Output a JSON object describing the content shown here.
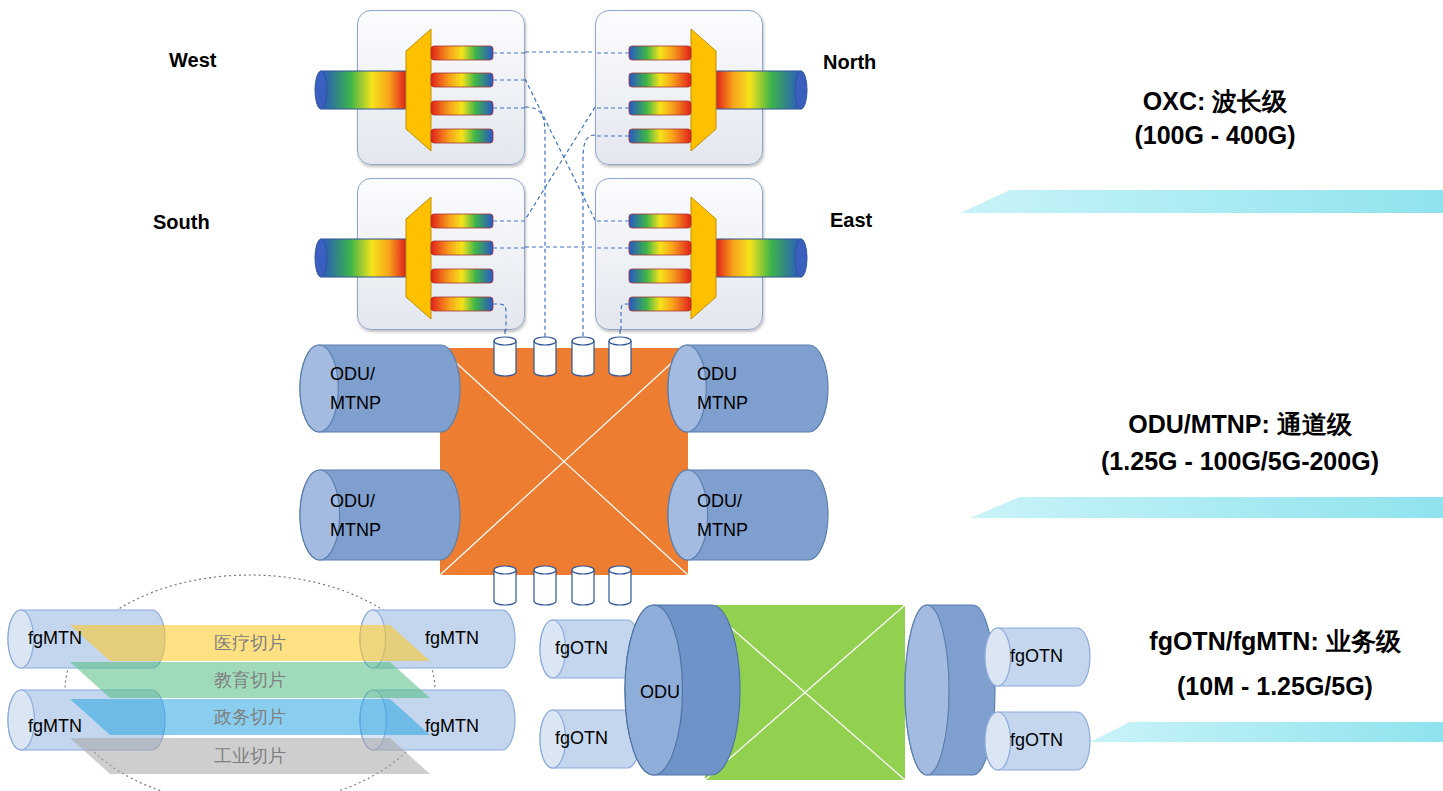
{
  "diagram": {
    "nodes": [
      {
        "text": [
          "West"
        ]
      },
      {
        "text": [
          "North"
        ]
      },
      {
        "text": [
          "South"
        ]
      },
      {
        "text": [
          "East"
        ]
      },
      {
        "text": [
          "ODU/ MTNP"
        ]
      },
      {
        "text": [
          "ODU MTNP"
        ]
      },
      {
        "text": [
          "ODU/ MTNP"
        ]
      },
      {
        "text": [
          "ODU/ MTNP"
        ]
      },
      {
        "text": [
          "fgMTN"
        ]
      },
      {
        "text": [
          "fgMTN"
        ]
      },
      {
        "text": [
          "fgMTN"
        ]
      },
      {
        "text": [
          "fgMTN"
        ]
      },
      {
        "text": [
          "医疗切片"
        ]
      },
      {
        "text": [
          "教育切片"
        ]
      },
      {
        "text": [
          "政务切片"
        ]
      },
      {
        "text": [
          "工业切片"
        ]
      },
      {
        "text": [
          "fgOTN"
        ]
      },
      {
        "text": [
          "fgOTN"
        ]
      },
      {
        "text": [
          "ODU"
        ]
      },
      {
        "text": [
          "fgOTN"
        ]
      },
      {
        "text": [
          "fgOTN"
        ]
      }
    ],
    "edges": [
      {
        "from": 0,
        "to": 1,
        "arrow": "none"
      },
      {
        "from": 0,
        "to": 3,
        "arrow": "none"
      },
      {
        "from": 1,
        "to": 2,
        "arrow": "none"
      },
      {
        "from": 2,
        "to": 3,
        "arrow": "none"
      }
    ],
    "labels": [
      "OXC: 波长级",
      "(100G - 400G)",
      "ODU/MTNP: 通道级",
      "(1.25G - 100G/5G-200G)",
      "fgOTN/fgMTN: 业务级",
      "(10M - 1.25G/5G)"
    ]
  }
}
